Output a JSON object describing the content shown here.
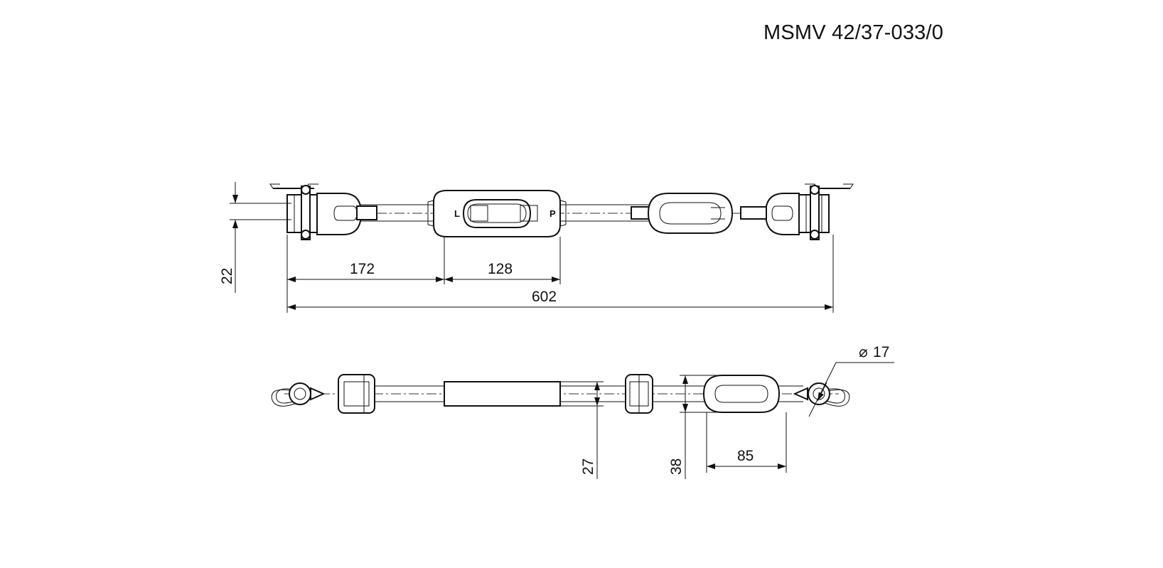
{
  "drawing": {
    "part_number": "MSMV 42/37-033/0",
    "top_view": {
      "dim_height": "22",
      "dim_left": "172",
      "dim_center": "128",
      "dim_overall": "602",
      "mark_left": "L",
      "mark_right": "P"
    },
    "side_view": {
      "dim_diameter": "17",
      "diameter_symbol": "⌀",
      "dim_body": "27",
      "dim_link": "38",
      "dim_link_length": "85"
    }
  }
}
